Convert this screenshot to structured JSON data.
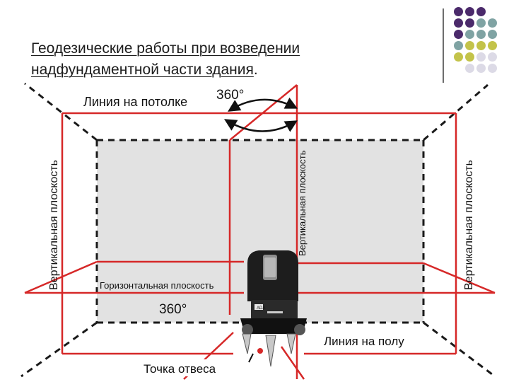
{
  "slide": {
    "title_line1": "Геодезические работы при возведении",
    "title_line2": "надфундаментной части здания",
    "title_period": "."
  },
  "diagram": {
    "ceiling_line_label": "Линия на потолке",
    "ceiling_angle_label": "360°",
    "vertical_plane_left": "Вертикальная плоскость",
    "vertical_plane_center": "Вертикальная плоскость",
    "vertical_plane_right": "Вертикальная плоскость",
    "horizontal_plane_label": "Горизонтальная плоскость",
    "horizontal_angle_label": "360°",
    "floor_line_label": "Линия на полу",
    "plumb_point_label": "Точка отвеса",
    "device_brand": "ADA",
    "laser_color": "#d62828",
    "wall_fill": "#e2e2e2"
  },
  "decoration": {
    "dot_colors": {
      "purple": "#4b2a6b",
      "teal": "#7fa3a3",
      "olive": "#c3c34a",
      "lavender": "#dcdae6"
    }
  }
}
